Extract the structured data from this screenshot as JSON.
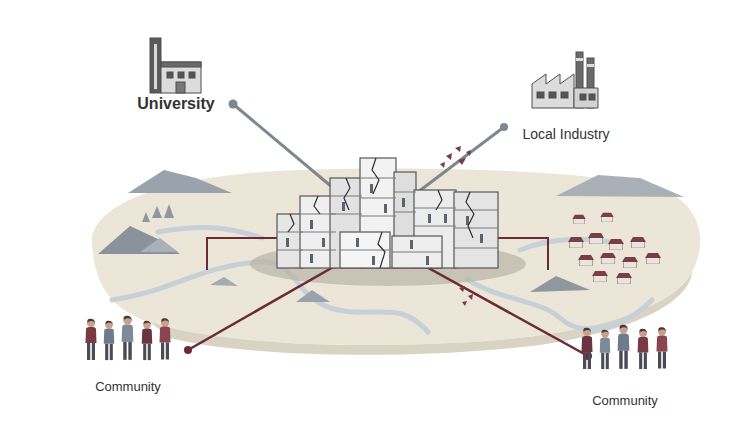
{
  "diagram": {
    "labels": [
      "University",
      "Local Industry",
      "Community",
      "Community"
    ]
  }
}
